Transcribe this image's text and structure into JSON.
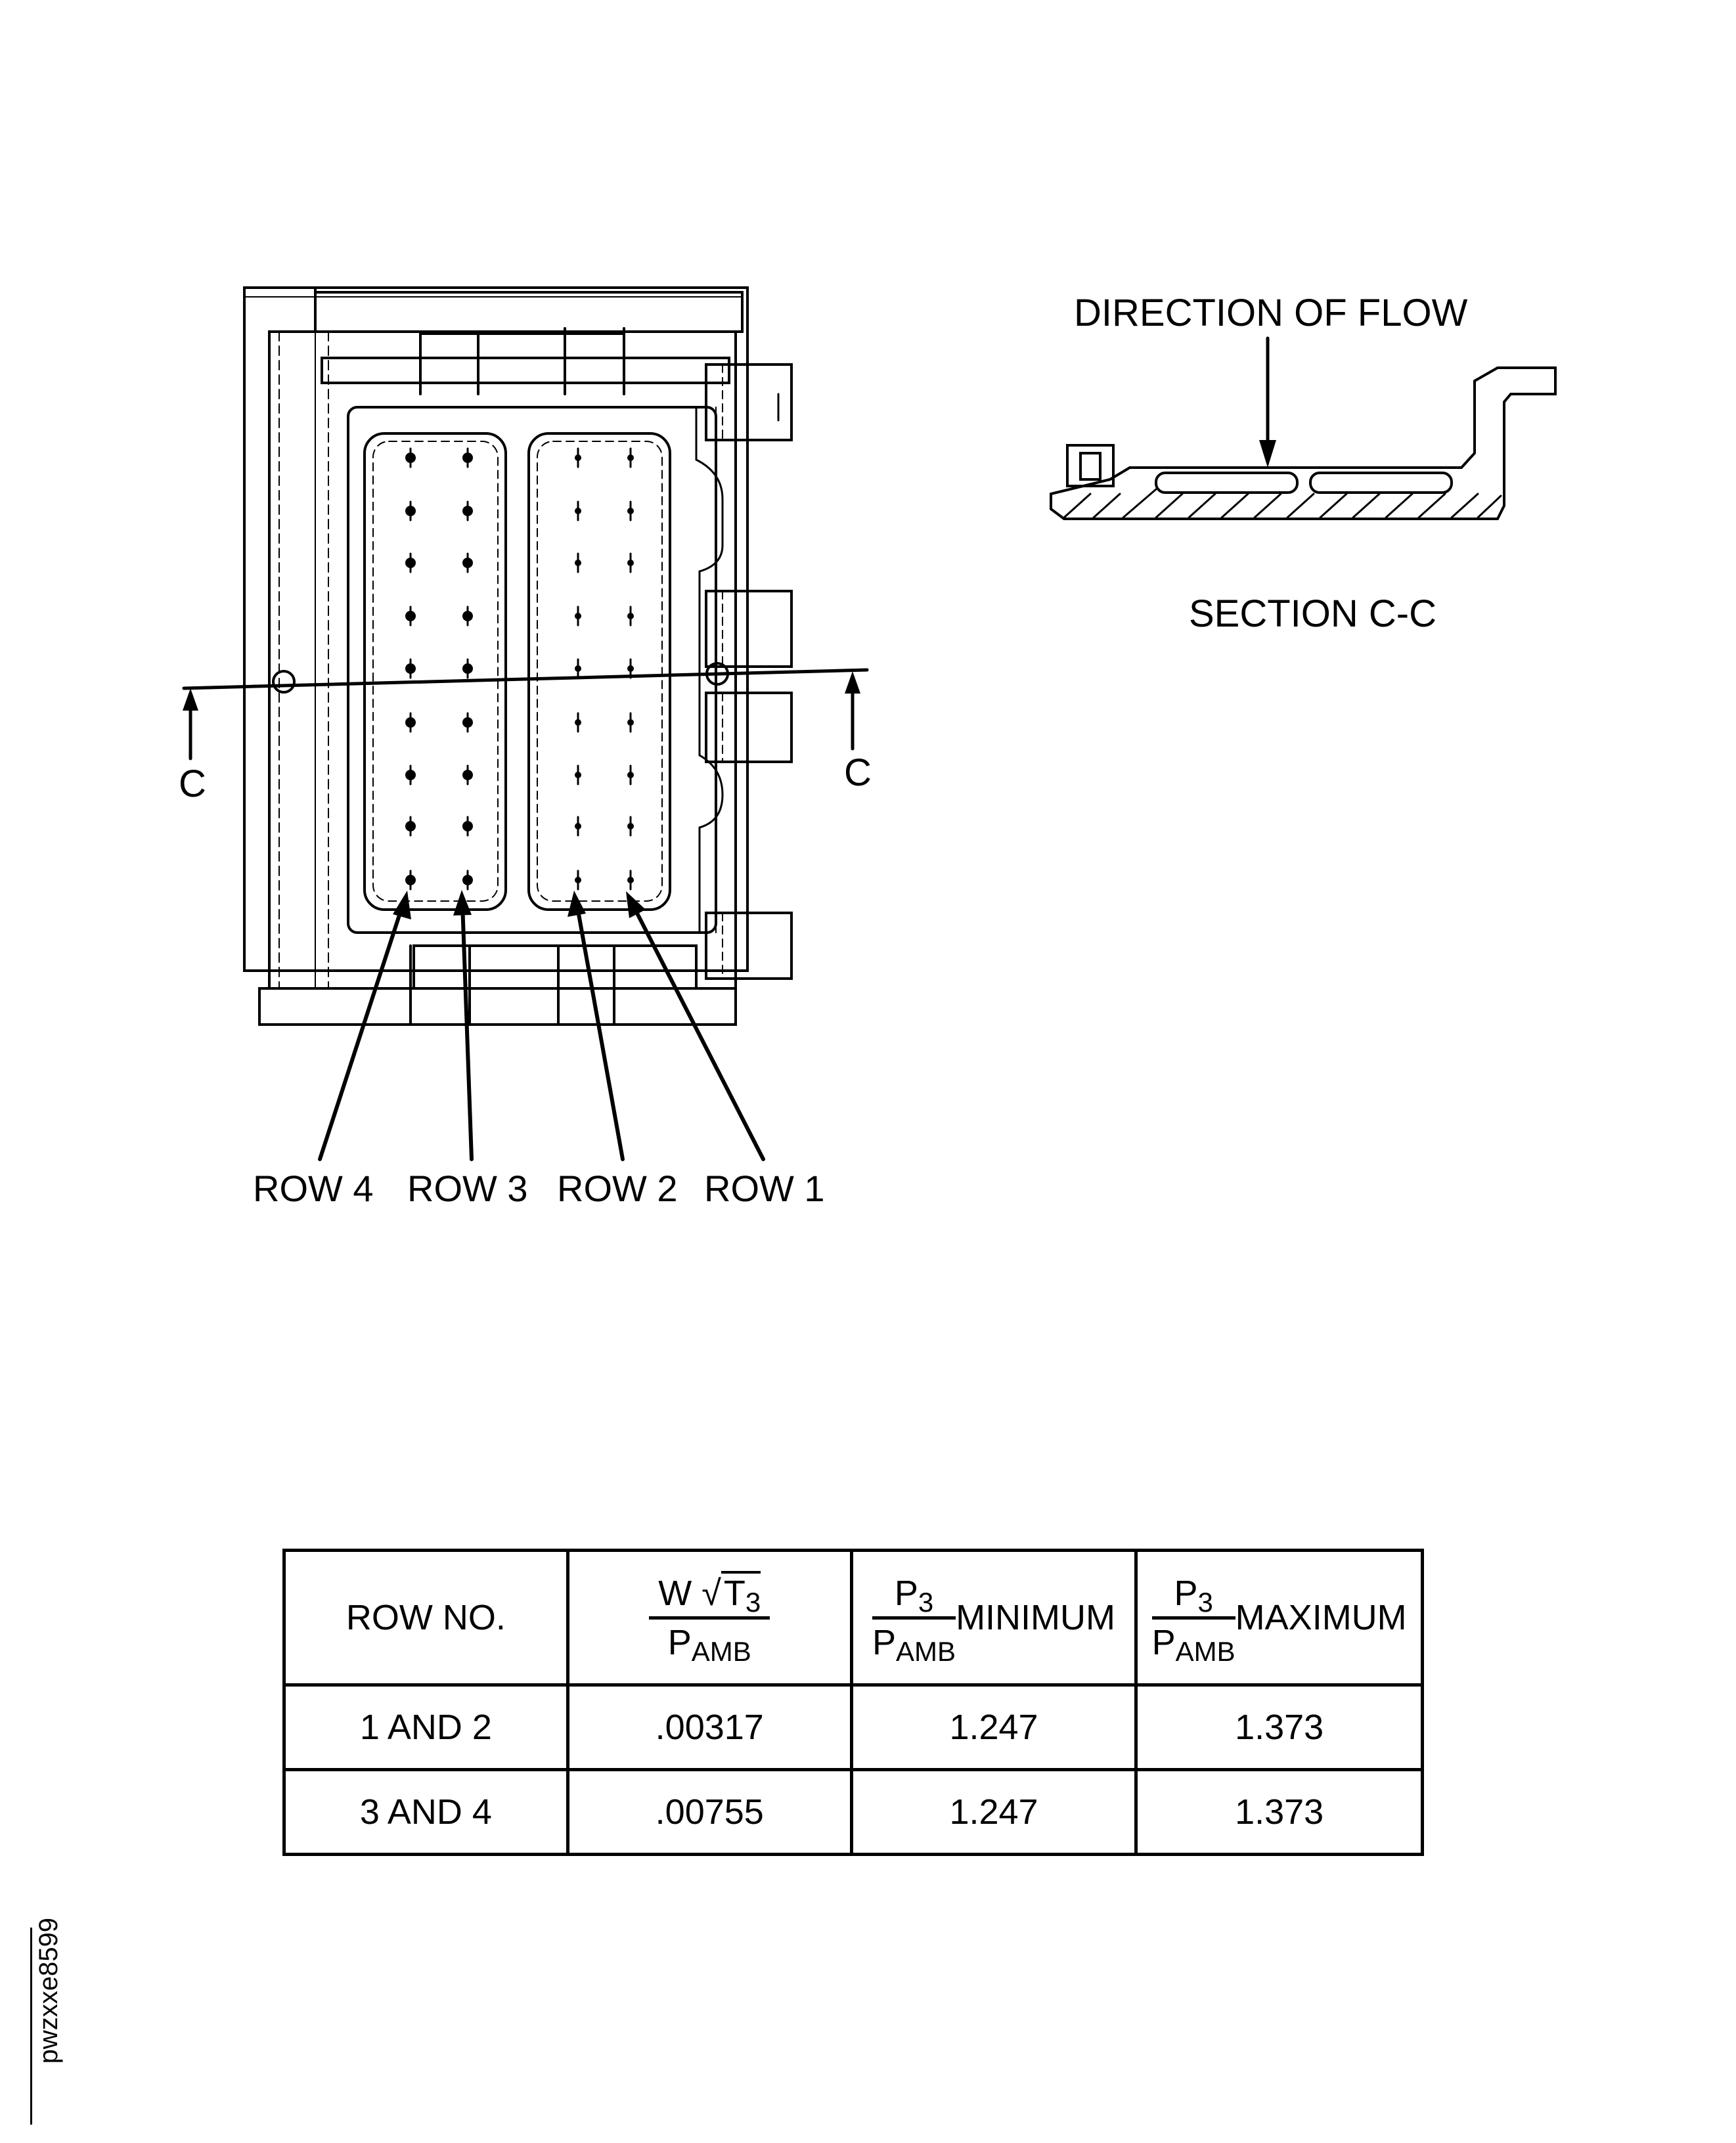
{
  "figure": {
    "section_label": "SECTION C-C",
    "flow_label": "DIRECTION OF FLOW",
    "cut_label_left": "C",
    "cut_label_right": "C",
    "row_labels": [
      "ROW 4",
      "ROW 3",
      "ROW 2",
      "ROW 1"
    ],
    "reference_code": "pwzxxe8599"
  },
  "table": {
    "header": {
      "row_no": "ROW NO.",
      "flow_param": {
        "w": "W",
        "sqrt_t": "T",
        "sqrt_t_sub": "3",
        "p": "P",
        "p_sub": "AMB"
      },
      "min_col": {
        "p3": "P",
        "p3_sub": "3",
        "pamb": "P",
        "pamb_sub": "AMB",
        "suffix": "MINIMUM"
      },
      "max_col": {
        "p3": "P",
        "p3_sub": "3",
        "pamb": "P",
        "pamb_sub": "AMB",
        "suffix": "MAXIMUM"
      }
    },
    "rows": [
      {
        "row_no": "1 AND 2",
        "flow": ".00317",
        "min": "1.247",
        "max": "1.373"
      },
      {
        "row_no": "3 AND 4",
        "flow": ".00755",
        "min": "1.247",
        "max": "1.373"
      }
    ]
  }
}
